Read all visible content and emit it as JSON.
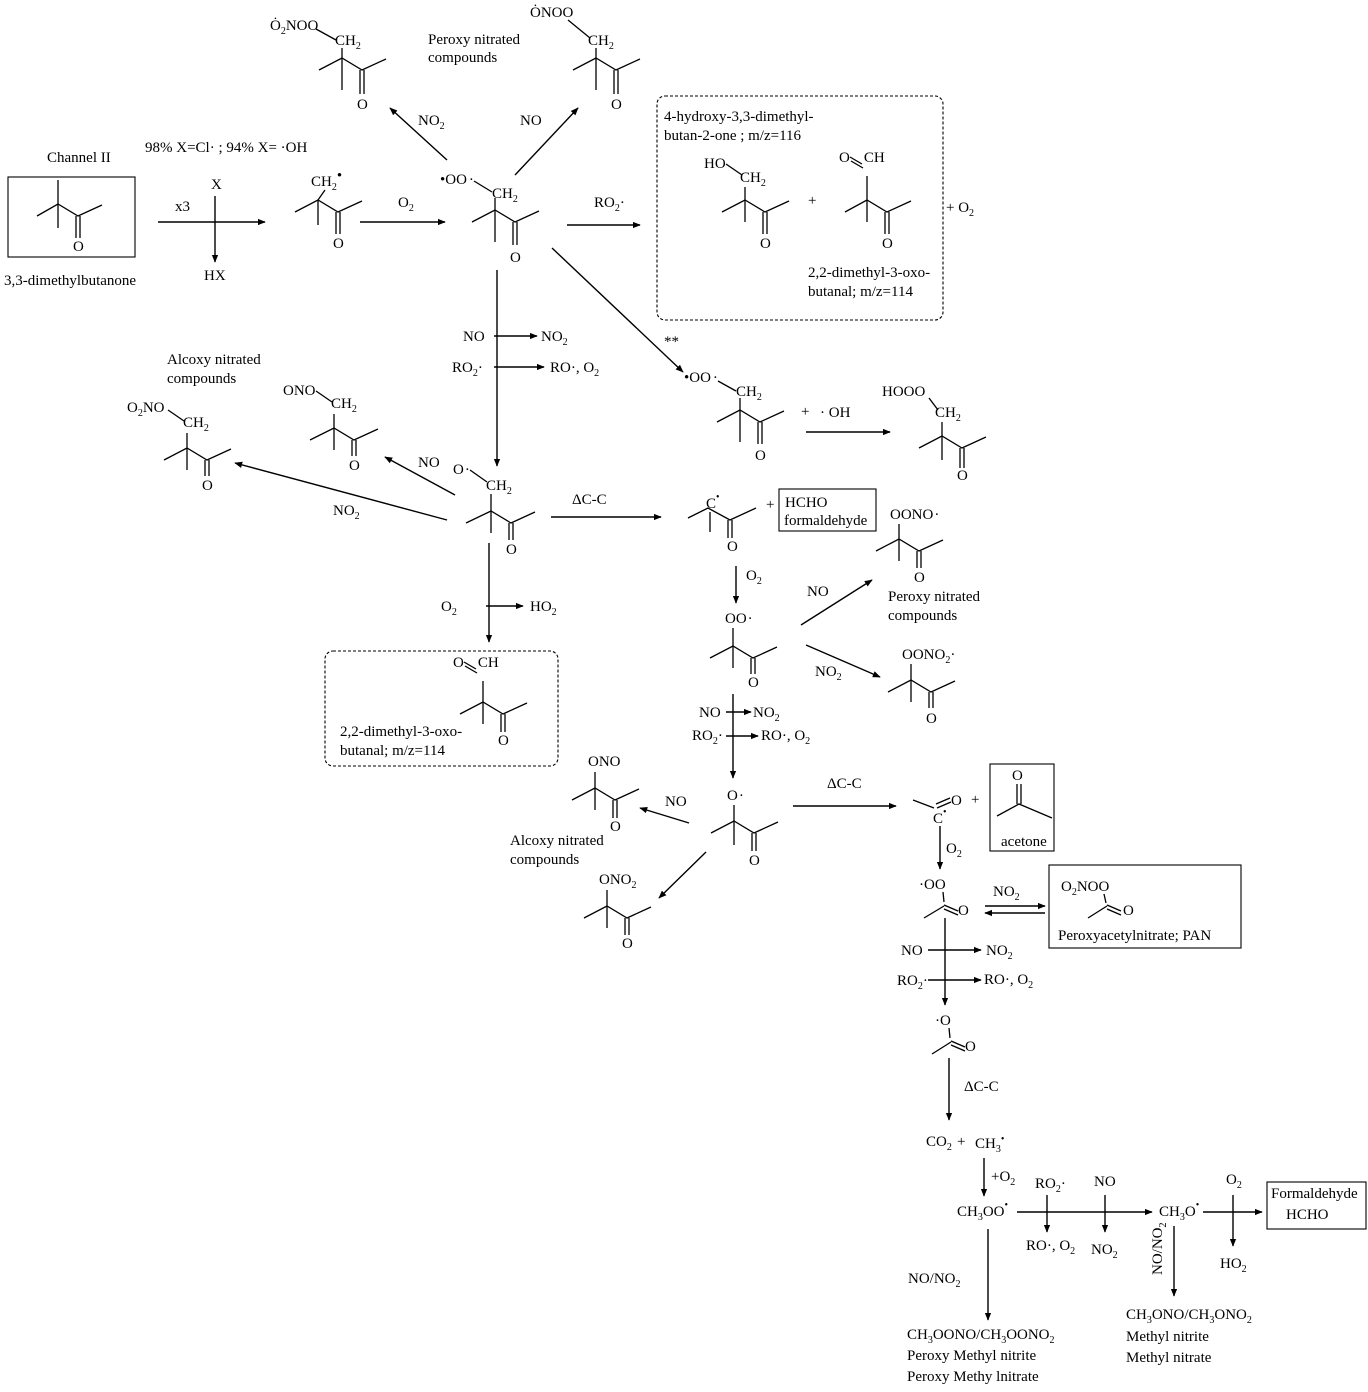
{
  "channel_title": "Channel II",
  "start_compound": "3,3-dimethylbutanone",
  "yield_note": "98% X=Cl· ; 94% X= ·OH",
  "x3": "x3",
  "x": "X",
  "hx": "HX",
  "o2": "O",
  "o2_sub": "2",
  "ro2": "RO",
  "ro2_dot": "·",
  "no": "NO",
  "no2": "NO",
  "ro_o2": "RO·, O",
  "ho2": "HO",
  "delta_cc": "ΔC-C",
  "plus": "+",
  "double_star": "**",
  "oh_radical": "· OH",
  "peroxy_nitrated": [
    "Peroxy nitrated",
    "compounds"
  ],
  "alcoxy_nitrated": [
    "Alcoxy nitrated",
    "compounds"
  ],
  "hydroxy_product": [
    "4-hydroxy-3,3-dimethyl-",
    "butan-2-one ; m/z=116"
  ],
  "oxo_butanal": [
    "2,2-dimethyl-3-oxo-",
    "butanal; m/z=114"
  ],
  "hcho_box": [
    "HCHO",
    "formaldehyde"
  ],
  "acetone": "acetone",
  "pan": "Peroxyacetylnitrate; PAN",
  "formaldehyde_box": [
    "Formaldehyde",
    "HCHO"
  ],
  "no_no2": "NO/NO",
  "peroxy_methyl": [
    "CH3OONO/CH3OONO2",
    "Peroxy Methyl nitrite",
    "Peroxy Methy lnitrate"
  ],
  "methyl_nitr": [
    "CH3ONO/CH3ONO2",
    "Methyl nitrite",
    "Methyl nitrate"
  ],
  "labels": {
    "o2noo": "O2NOO",
    "onoo": "ONOO",
    "oo_radical": "·OO",
    "ch2": "CH2",
    "ch2_radical": "CH2·",
    "ho": "HO",
    "ch": "CH",
    "hooo": "HOOO",
    "o_radical": "O·",
    "o2no": "O2NO",
    "ono": "ONO",
    "oono": "OONO·",
    "oono2": "OONO2·",
    "ono2": "ONO2",
    "o2noo_pan": "O2NOO",
    "co2": "CO2",
    "ch3": "CH3·",
    "ch3oo": "CH3OO·",
    "ch3o": "CH3O·",
    "plus_o2": "+O2"
  },
  "atom_o": "O"
}
